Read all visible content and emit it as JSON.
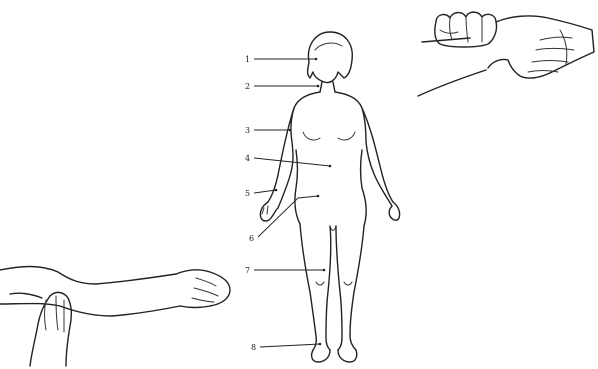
{
  "labels": [
    {
      "key": "point-1",
      "text": "1"
    },
    {
      "key": "point-2",
      "text": "2"
    },
    {
      "key": "point-3",
      "text": "3"
    },
    {
      "key": "point-4",
      "text": "4"
    },
    {
      "key": "point-5",
      "text": "5"
    },
    {
      "key": "point-6",
      "text": "6"
    },
    {
      "key": "point-7",
      "text": "7"
    },
    {
      "key": "point-8",
      "text": "8"
    }
  ]
}
